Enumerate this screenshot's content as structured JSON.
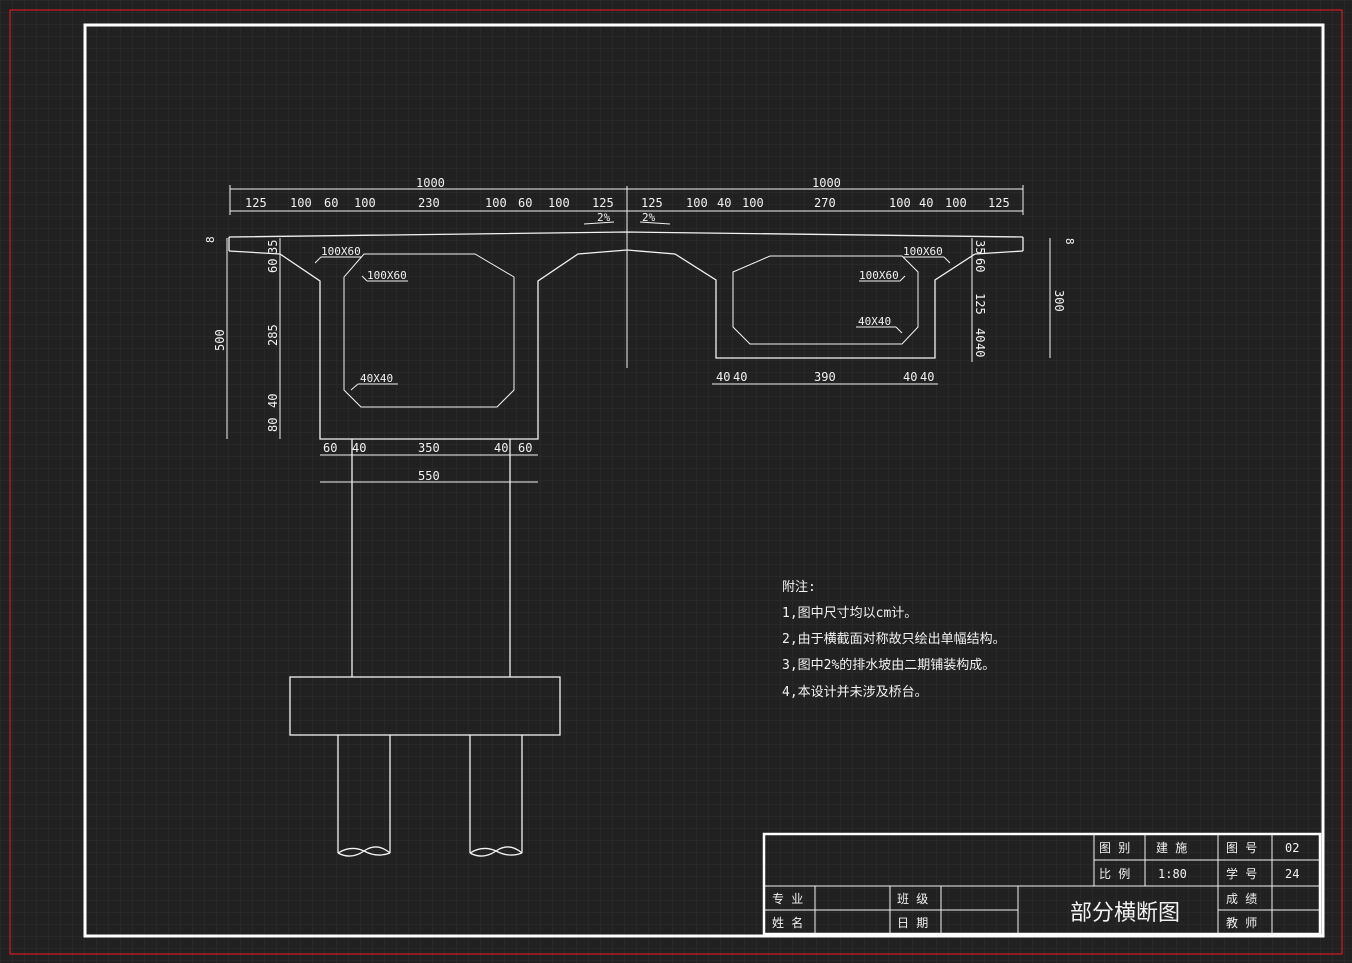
{
  "colors": {
    "background": "#212121",
    "grid": "#2e2e2e",
    "line": "#f2f2f2",
    "border_red": "#d01a24"
  },
  "dims": {
    "top_total": [
      "1000",
      "1000"
    ],
    "top_row": [
      "125",
      "100",
      "60",
      "100",
      "230",
      "100",
      "60",
      "100",
      "125",
      "125",
      "100",
      "40",
      "100",
      "270",
      "100",
      "40",
      "100",
      "125"
    ],
    "slope": [
      "2%",
      "2%"
    ],
    "deck": [
      "8",
      "8"
    ],
    "left_v_outer": "500",
    "left_v_inner": [
      "60",
      "35",
      "285",
      "40",
      "80"
    ],
    "right_v_inner": [
      "35",
      "60",
      "125",
      "40",
      "40"
    ],
    "right_v_outer": "300",
    "left_bottom": [
      "60",
      "40",
      "350",
      "40",
      "60"
    ],
    "left_total": "550",
    "right_bottom": [
      "40",
      "40",
      "390",
      "40",
      "40"
    ],
    "chamfers": [
      "100X60",
      "100X60",
      "40X40",
      "100X60",
      "100X60",
      "40X40"
    ]
  },
  "notes": {
    "heading": "附注:",
    "items": [
      "1,图中尺寸均以cm计。",
      "2,由于横截面对称故只绘出单幅结构。",
      "3,图中2%的排水坡由二期铺装构成。",
      "4,本设计并未涉及桥台。"
    ]
  },
  "title_block": {
    "r1": [
      "图 别",
      "建 施",
      "图 号",
      "02"
    ],
    "r2": [
      "比 例",
      "1:80",
      "学 号",
      "24"
    ],
    "r3": [
      "专 业",
      "",
      "班 级",
      "",
      "成 绩",
      ""
    ],
    "r4": [
      "姓 名",
      "",
      "日 期",
      "",
      "教 师",
      ""
    ],
    "title": "部分横断图"
  }
}
